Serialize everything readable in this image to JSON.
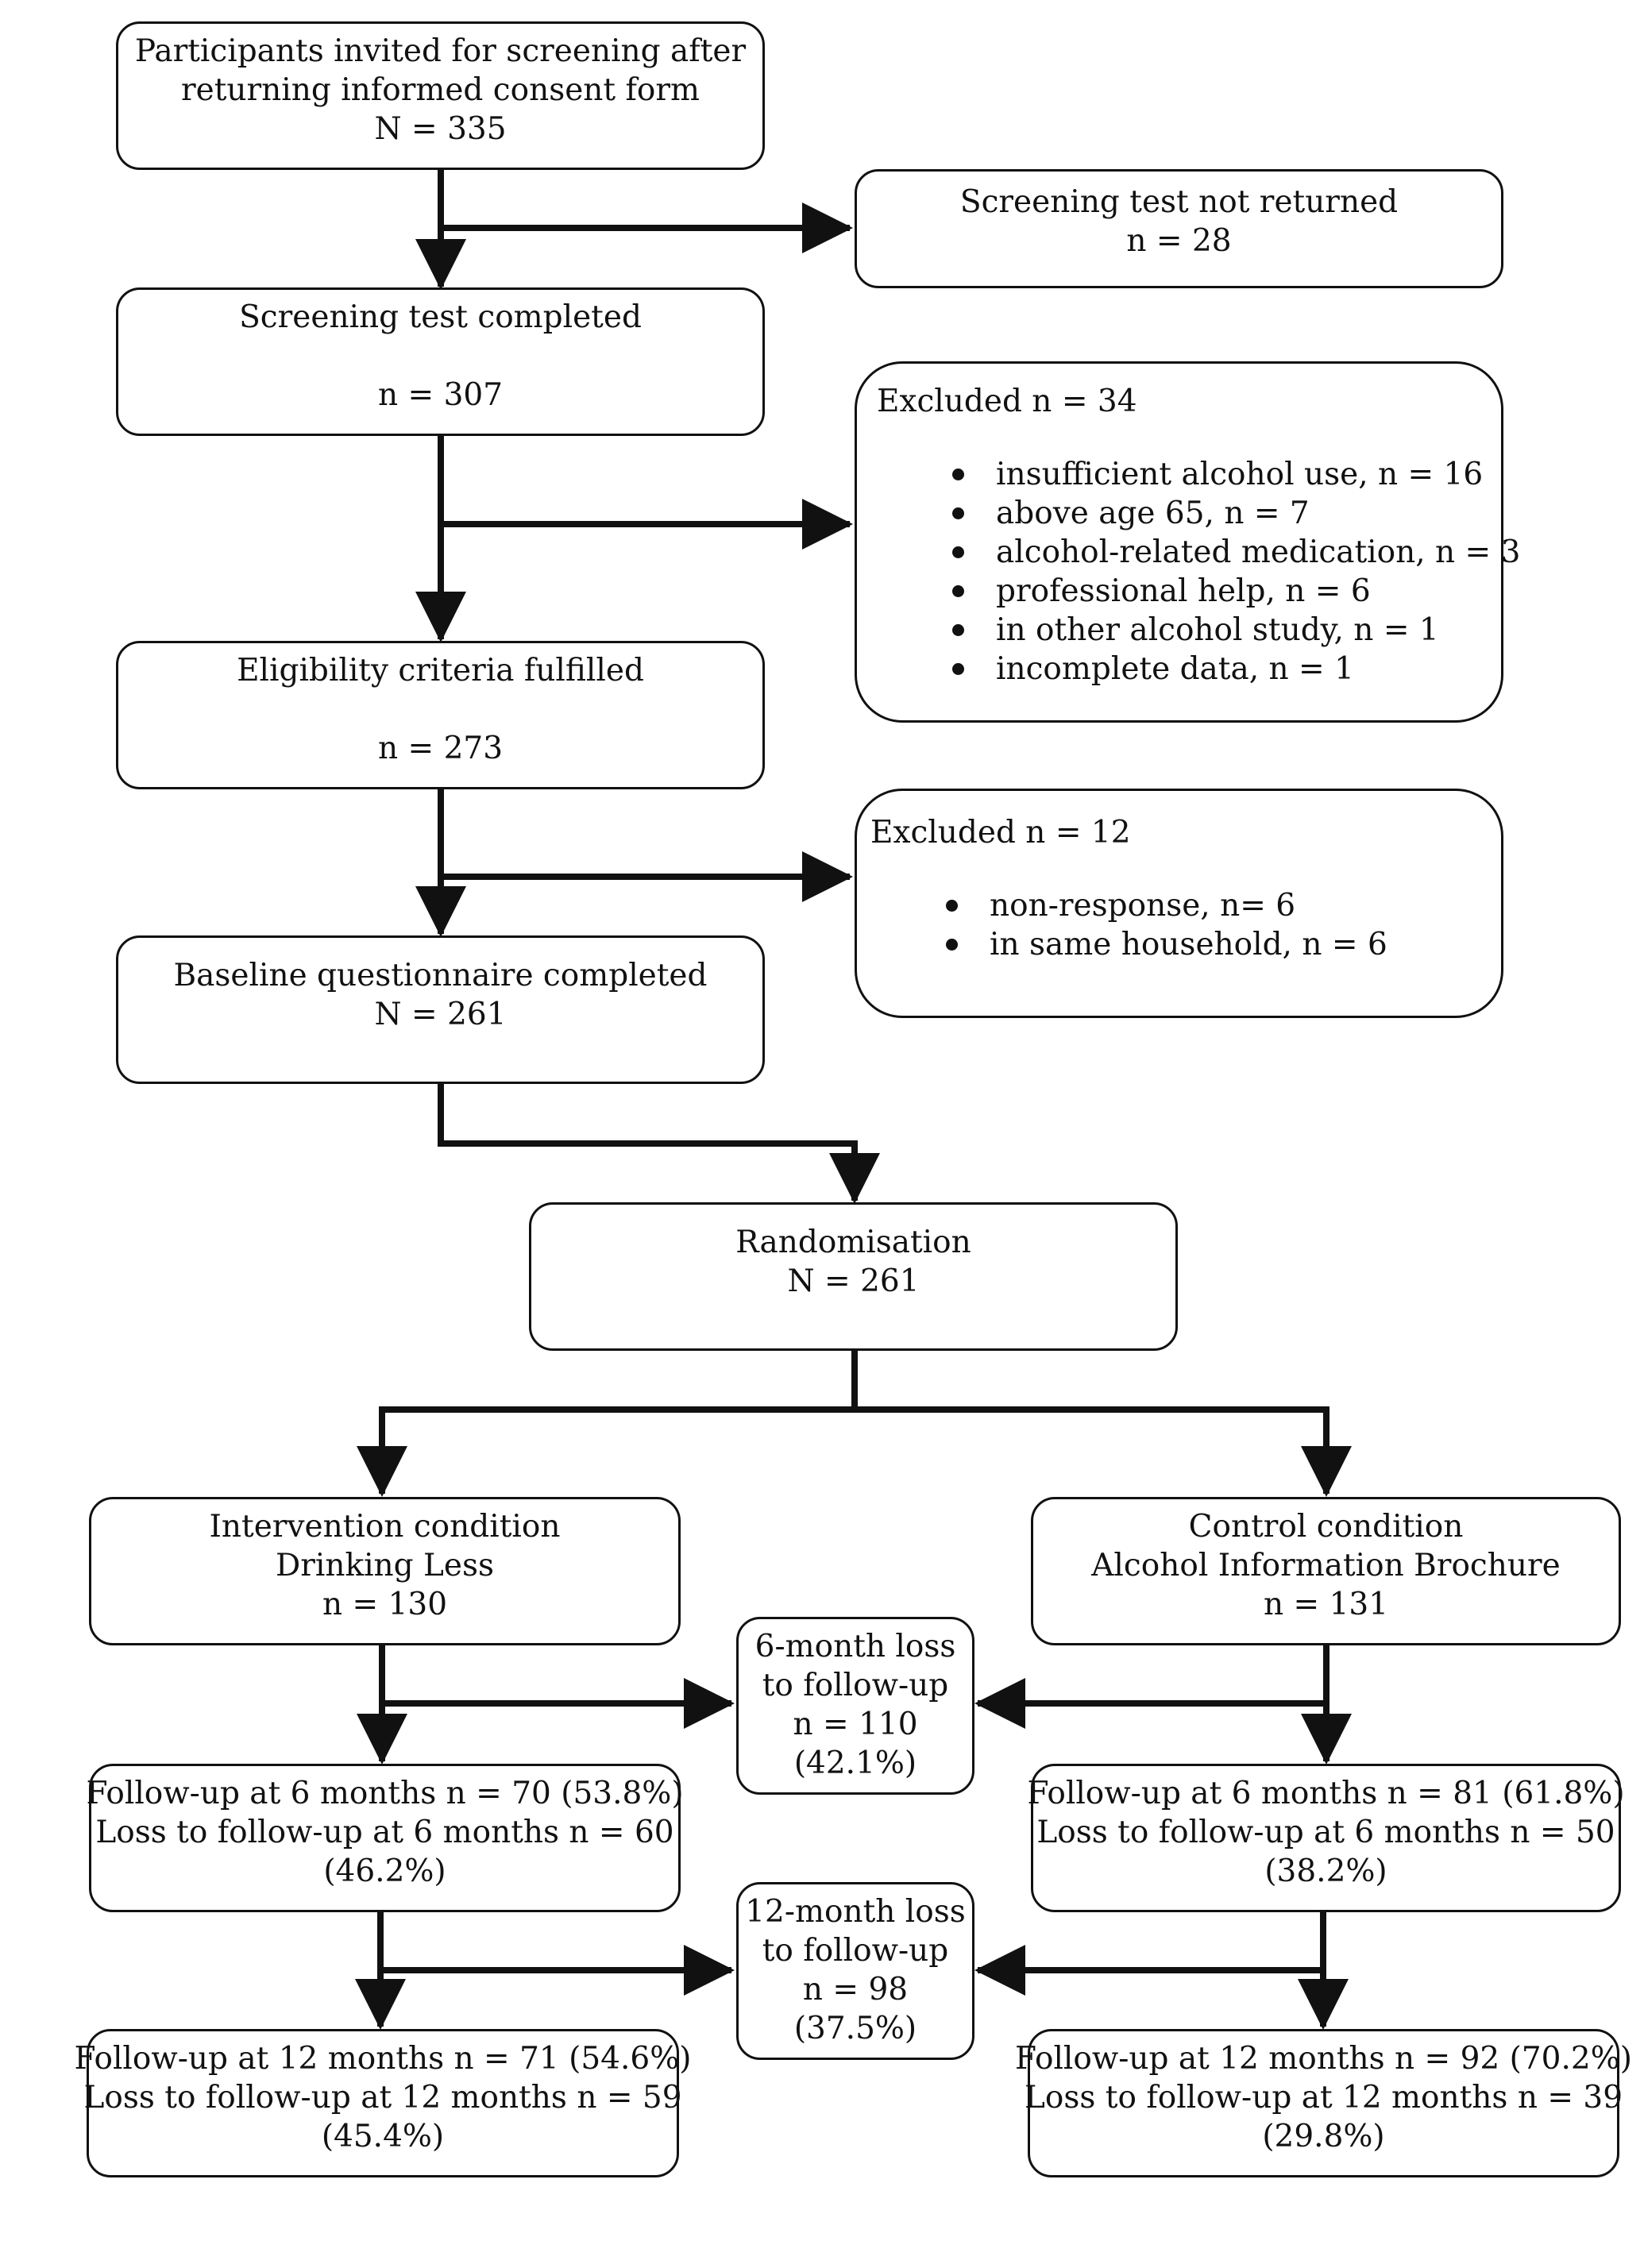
{
  "nodes": {
    "invited": {
      "line1": "Participants invited for screening after",
      "line2": "returning informed consent form",
      "line3": "N = 335"
    },
    "not_returned": {
      "line1": "Screening test not returned",
      "line2": "n = 28"
    },
    "screening_completed": {
      "line1": "Screening test completed",
      "line2": "n = 307"
    },
    "excluded_34": {
      "title": "Excluded n = 34",
      "items": [
        "insufficient alcohol use, n = 16",
        "above age 65, n = 7",
        "alcohol-related medication, n = 3",
        "professional help, n = 6",
        "in other alcohol study, n = 1",
        "incomplete data, n = 1"
      ]
    },
    "eligibility": {
      "line1": "Eligibility criteria fulfilled",
      "line2": "n = 273"
    },
    "excluded_12": {
      "title": "Excluded n = 12",
      "items": [
        "non-response, n= 6",
        "in same household, n = 6"
      ]
    },
    "baseline": {
      "line1": "Baseline questionnaire completed",
      "line2": "N = 261"
    },
    "randomisation": {
      "line1": "Randomisation",
      "line2": "N = 261"
    },
    "intervention": {
      "line1": "Intervention condition",
      "line2": "Drinking Less",
      "line3": "n = 130"
    },
    "control": {
      "line1": "Control condition",
      "line2": "Alcohol Information Brochure",
      "line3": "n = 131"
    },
    "loss_6": {
      "line1": "6-month loss",
      "line2": "to follow-up",
      "line3": "n = 110",
      "line4": "(42.1%)"
    },
    "int_6": {
      "line1": "Follow-up at 6 months n = 70 (53.8%)",
      "line2": "Loss to follow-up at 6 months n = 60",
      "line3": "(46.2%)"
    },
    "ctrl_6": {
      "line1": "Follow-up at 6 months n = 81 (61.8%)",
      "line2": "Loss to follow-up at 6 months n = 50",
      "line3": "(38.2%)"
    },
    "loss_12": {
      "line1": "12-month loss",
      "line2": "to follow-up",
      "line3": "n = 98",
      "line4": "(37.5%)"
    },
    "int_12": {
      "line1": "Follow-up at 12 months n = 71 (54.6%)",
      "line2": "Loss to follow-up at 12 months n = 59",
      "line3": "(45.4%)"
    },
    "ctrl_12": {
      "line1": "Follow-up at 12 months n = 92 (70.2%)",
      "line2": "Loss to follow-up at 12 months n = 39",
      "line3": "(29.8%)"
    }
  },
  "colors": {
    "stroke": "#111111",
    "box_fill": "#ffffff",
    "text": "#111111"
  }
}
